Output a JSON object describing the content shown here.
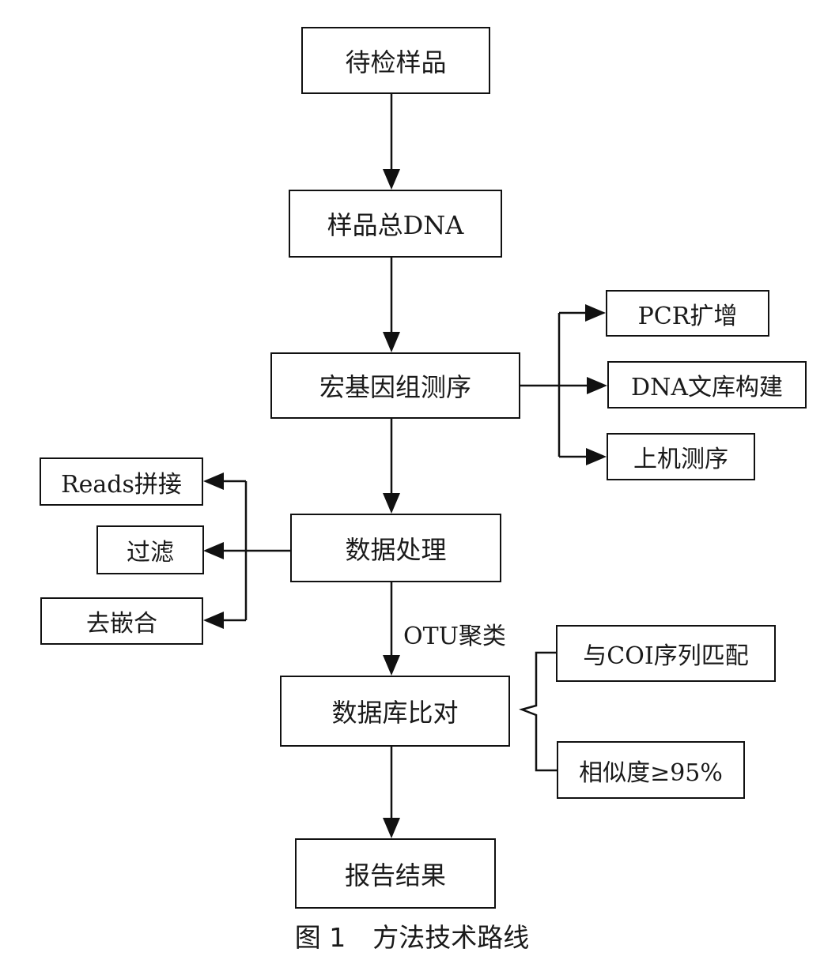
{
  "diagram": {
    "main_steps": [
      {
        "id": "sample",
        "label": "待检样品"
      },
      {
        "id": "dna",
        "label": "样品总DNA"
      },
      {
        "id": "metagenome",
        "label": "宏基因组测序"
      },
      {
        "id": "processing",
        "label": "数据处理"
      },
      {
        "id": "database",
        "label": "数据库比对"
      },
      {
        "id": "report",
        "label": "报告结果"
      }
    ],
    "sequencing_substeps": [
      {
        "label": "PCR扩增"
      },
      {
        "label": "DNA文库构建"
      },
      {
        "label": "上机测序"
      }
    ],
    "processing_substeps": [
      {
        "label": "Reads拼接"
      },
      {
        "label": "过滤"
      },
      {
        "label": "去嵌合"
      }
    ],
    "edge_labels": {
      "processing_to_database": "OTU聚类"
    },
    "database_criteria": [
      {
        "label": "与COI序列匹配"
      },
      {
        "label": "相似度≥95%"
      }
    ]
  },
  "caption": {
    "figure_number": "图 1",
    "title": "方法技术路线"
  }
}
